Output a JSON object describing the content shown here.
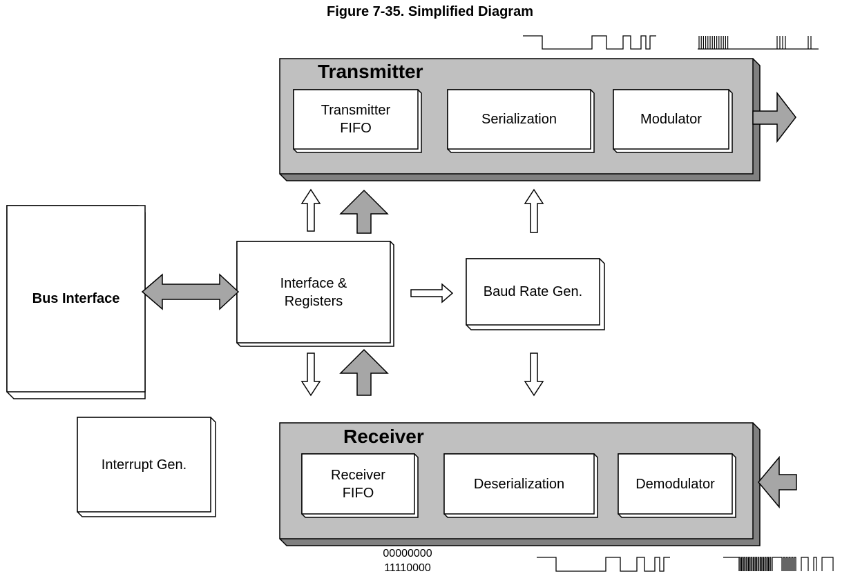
{
  "figure_title": "Figure 7-35. Simplified Diagram",
  "transmitter": {
    "title": "Transmitter",
    "blocks": [
      "Transmitter\nFIFO",
      "Serialization",
      "Modulator"
    ]
  },
  "receiver": {
    "title": "Receiver",
    "blocks": [
      "Receiver\nFIFO",
      "Deserialization",
      "Demodulator"
    ]
  },
  "bus_interface": "Bus Interface",
  "interface_registers": "Interface &\nRegisters",
  "baud_rate_gen": "Baud Rate Gen.",
  "interrupt_gen": "Interrupt Gen.",
  "bit_patterns": [
    "00000000",
    "11110000"
  ],
  "colors": {
    "group_fill": "#c0c0c0",
    "arrow_fill": "#a6a6a6",
    "block_fill": "#ffffff",
    "line": "#000000"
  }
}
